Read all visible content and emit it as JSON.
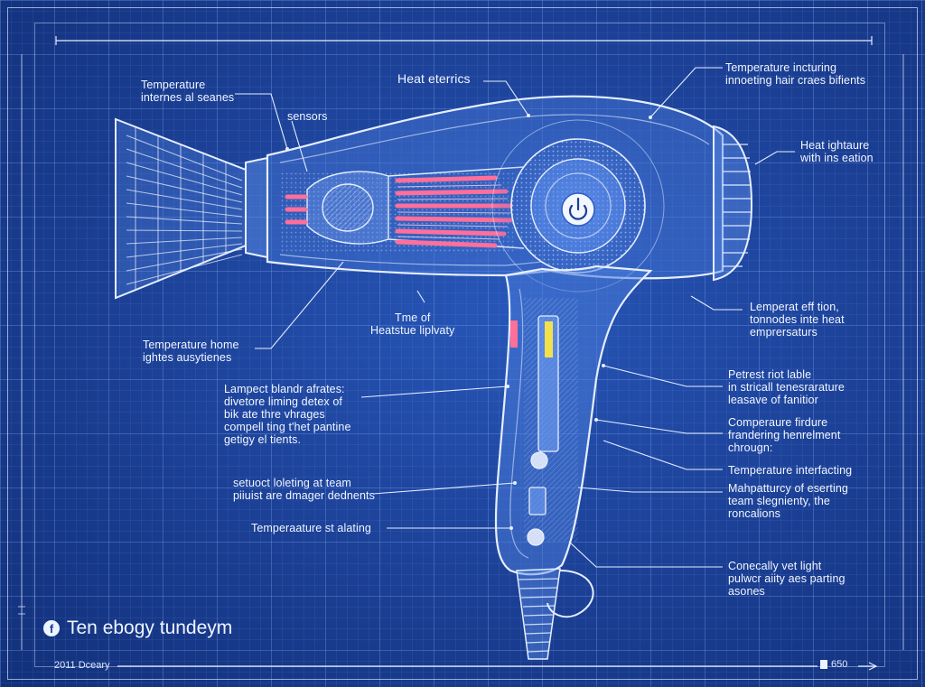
{
  "diagram": {
    "colors": {
      "background": "#1a3f96",
      "line": "#e6eeff",
      "heating_element": "#ff6f9a",
      "indicator": "#f4e04a"
    },
    "icons": [
      "power-button-icon",
      "facebook-icon"
    ],
    "callouts": {
      "temperature_internal_sensors": "Temperature\ninternes al seanes",
      "sensors": "sensors",
      "heat_elements": "Heat eterrics",
      "temperature_incturing": "Temperature incturing\ninnoeting hair craes bifients",
      "heat_ightaure": "Heat ightaure\nwith ins eation",
      "time_of_heatstue": "Tme of\nHeatstue liplvaty",
      "lemperat_eff_tion": "Lemperat eff tion,\ntonnodes inte heat\nemprersaturs",
      "temperature_home": "Temperature home\nightes ausytienes",
      "petrest_not_lable": "Petrest riot lable\nin stricall tenesrarature\nleasave of fanitior",
      "lampect_blandr": "Lampect blandr afrates:\ndivetore liming detex of\nbik ate thre vhrages\ncompell ting t'het pantine\ngetigy el tients.",
      "comperaure_firdure": "Comperaure firdure\nfrandering henrelment\nchrougn:",
      "temperature_interfacting": "Temperature interfacting",
      "setuoct_lofeting": "setuoct loleting at team\npiiuist are dmager dednents",
      "mahpatturcy": "Mahpatturcy of eserting\nteam slegnienty, the\nroncalions",
      "temperaature_st_alating": "Temperaature st alating",
      "conecally_vet_light": "Conecally vet light\npulwcr aiity aes parting\nasones"
    },
    "footer": {
      "title": "Ten ebogy tundeym",
      "left_note": "2011 Dceary",
      "right_note": "650"
    }
  }
}
